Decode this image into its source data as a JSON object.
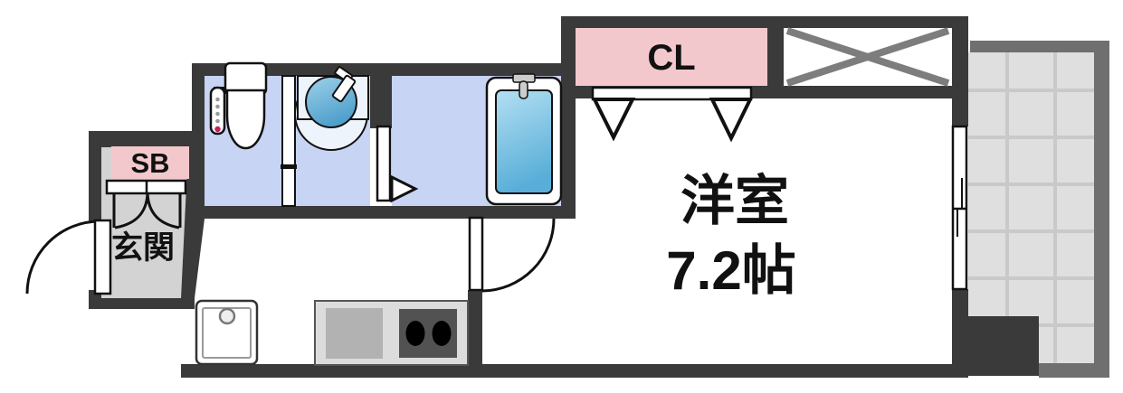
{
  "floorplan": {
    "title": "1K apartment floor plan",
    "rooms": {
      "genkan": {
        "label": "玄関"
      },
      "shoe_box": {
        "label": "SB"
      },
      "closet": {
        "label": "CL"
      },
      "western_room": {
        "name": "洋室",
        "size": "7.2帖"
      }
    },
    "fixtures": [
      "toilet",
      "wash-basin",
      "bathtub",
      "kitchen-sink",
      "stove",
      "shoe-cabinet"
    ],
    "colors": {
      "wall": "#3a3a3a",
      "wet_area_floor": "#c7d4f3",
      "label_pink": "#f3c8cc",
      "genkan_floor": "#d3d3d3",
      "balcony_tile": "#dfdfdf",
      "balcony_grid": "#c9c9c9",
      "balcony_border": "#6f6f6f",
      "cross_box": "#7d7d7d",
      "water_blue_light": "#a9d8ef",
      "water_blue_deep": "#55a7d2",
      "stove_dark": "#525252",
      "stove_gray": "#b2b2b2"
    }
  }
}
